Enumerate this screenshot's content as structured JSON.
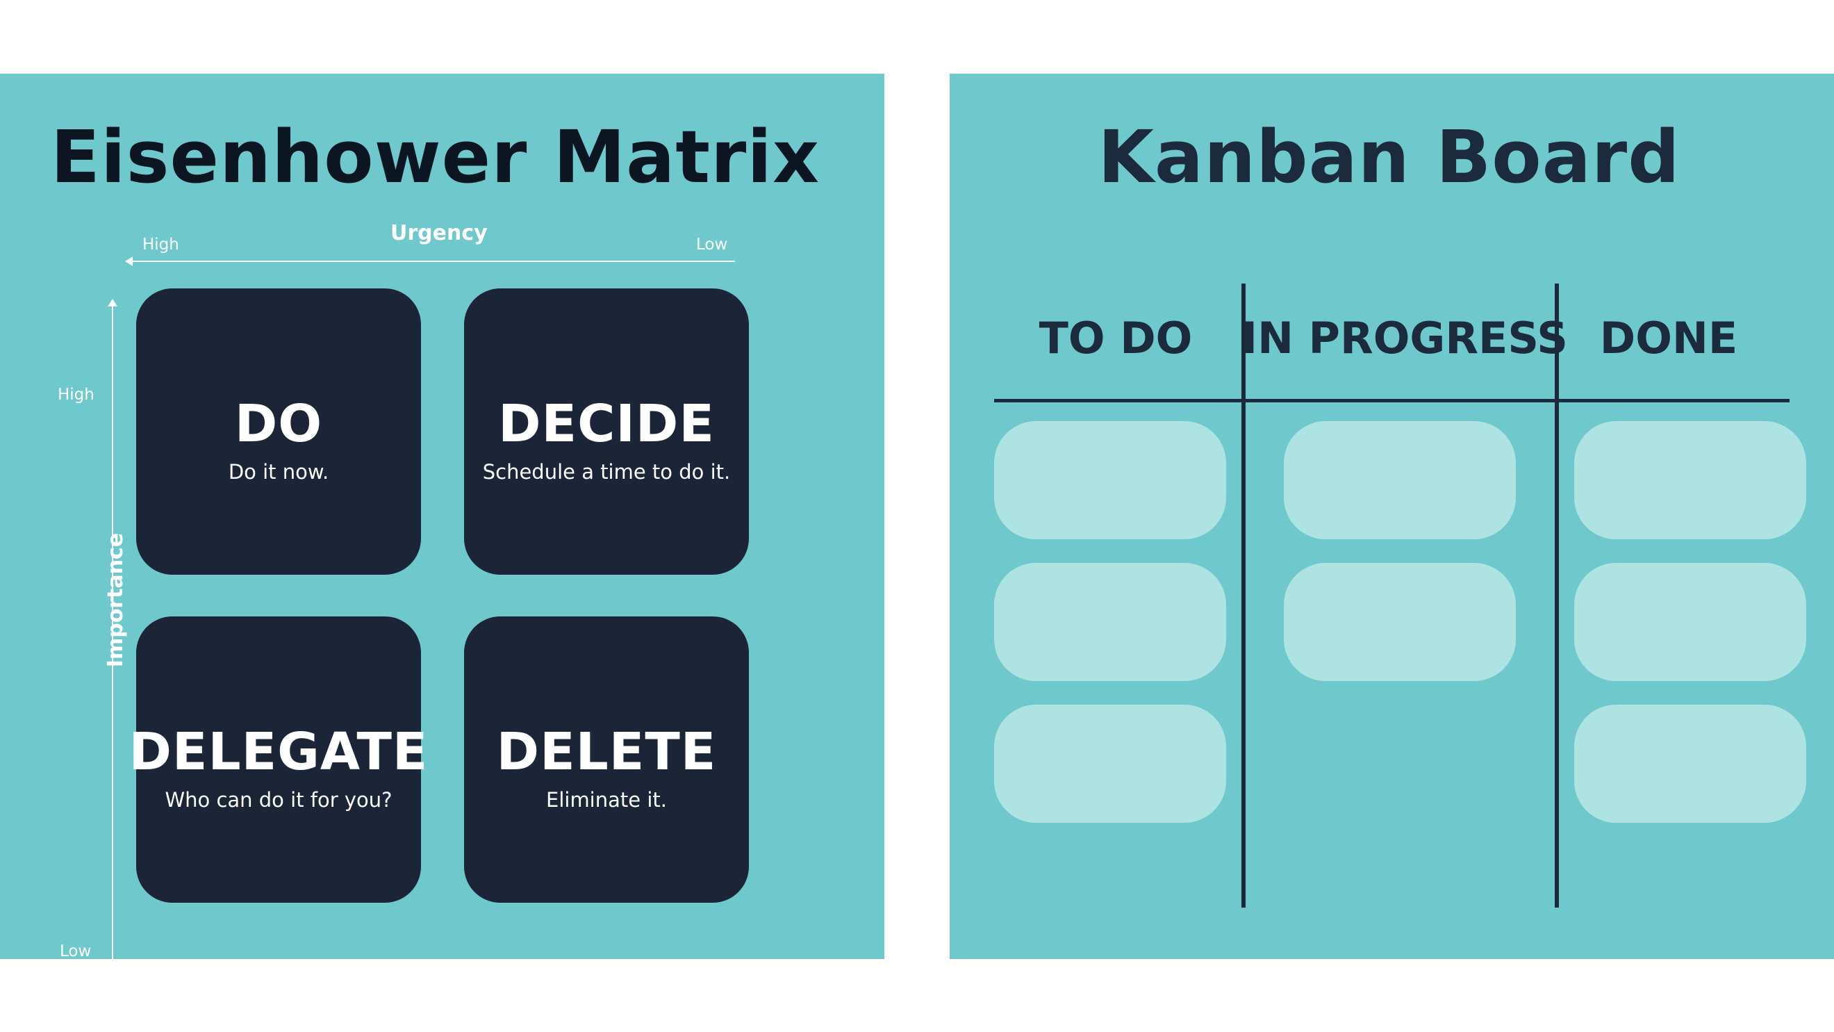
{
  "eisenhower": {
    "title": "Eisenhower Matrix",
    "urgency_axis": {
      "title": "Urgency",
      "high_label": "High",
      "low_label": "Low"
    },
    "importance_axis": {
      "title": "Importance",
      "high_label": "High",
      "low_label": "Low"
    },
    "quadrants": [
      {
        "heading": "DO",
        "subtitle": "Do it now."
      },
      {
        "heading": "DECIDE",
        "subtitle": "Schedule a time to do it."
      },
      {
        "heading": "DELEGATE",
        "subtitle": "Who can do it for you?"
      },
      {
        "heading": "DELETE",
        "subtitle": "Eliminate it."
      }
    ]
  },
  "kanban": {
    "title": "Kanban Board",
    "columns": [
      {
        "label": "TO DO",
        "card_count": 3
      },
      {
        "label": "IN PROGRESS",
        "card_count": 2
      },
      {
        "label": "DONE",
        "card_count": 3
      }
    ]
  },
  "colors": {
    "panel_background": "#6fc9cc",
    "quadrant_background": "#1b2537",
    "card_background": "#ade3e2",
    "dark_text": "#1b2a3c"
  }
}
